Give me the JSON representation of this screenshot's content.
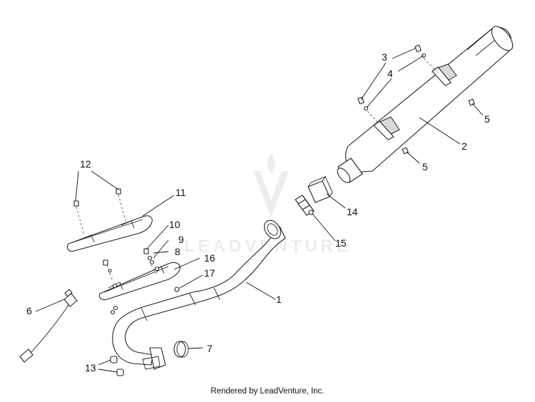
{
  "diagram": {
    "callouts": {
      "c1": "1",
      "c2": "2",
      "c3": "3",
      "c4": "4",
      "c5a": "5",
      "c5b": "5",
      "c6": "6",
      "c7": "7",
      "c8": "8",
      "c9": "9",
      "c10": "10",
      "c11": "11",
      "c12": "12",
      "c13": "13",
      "c14": "14",
      "c15": "15",
      "c16": "16",
      "c17": "17"
    },
    "watermark": "LEADVENTURE"
  },
  "footer": {
    "text": "Rendered by LeadVenture, Inc."
  }
}
